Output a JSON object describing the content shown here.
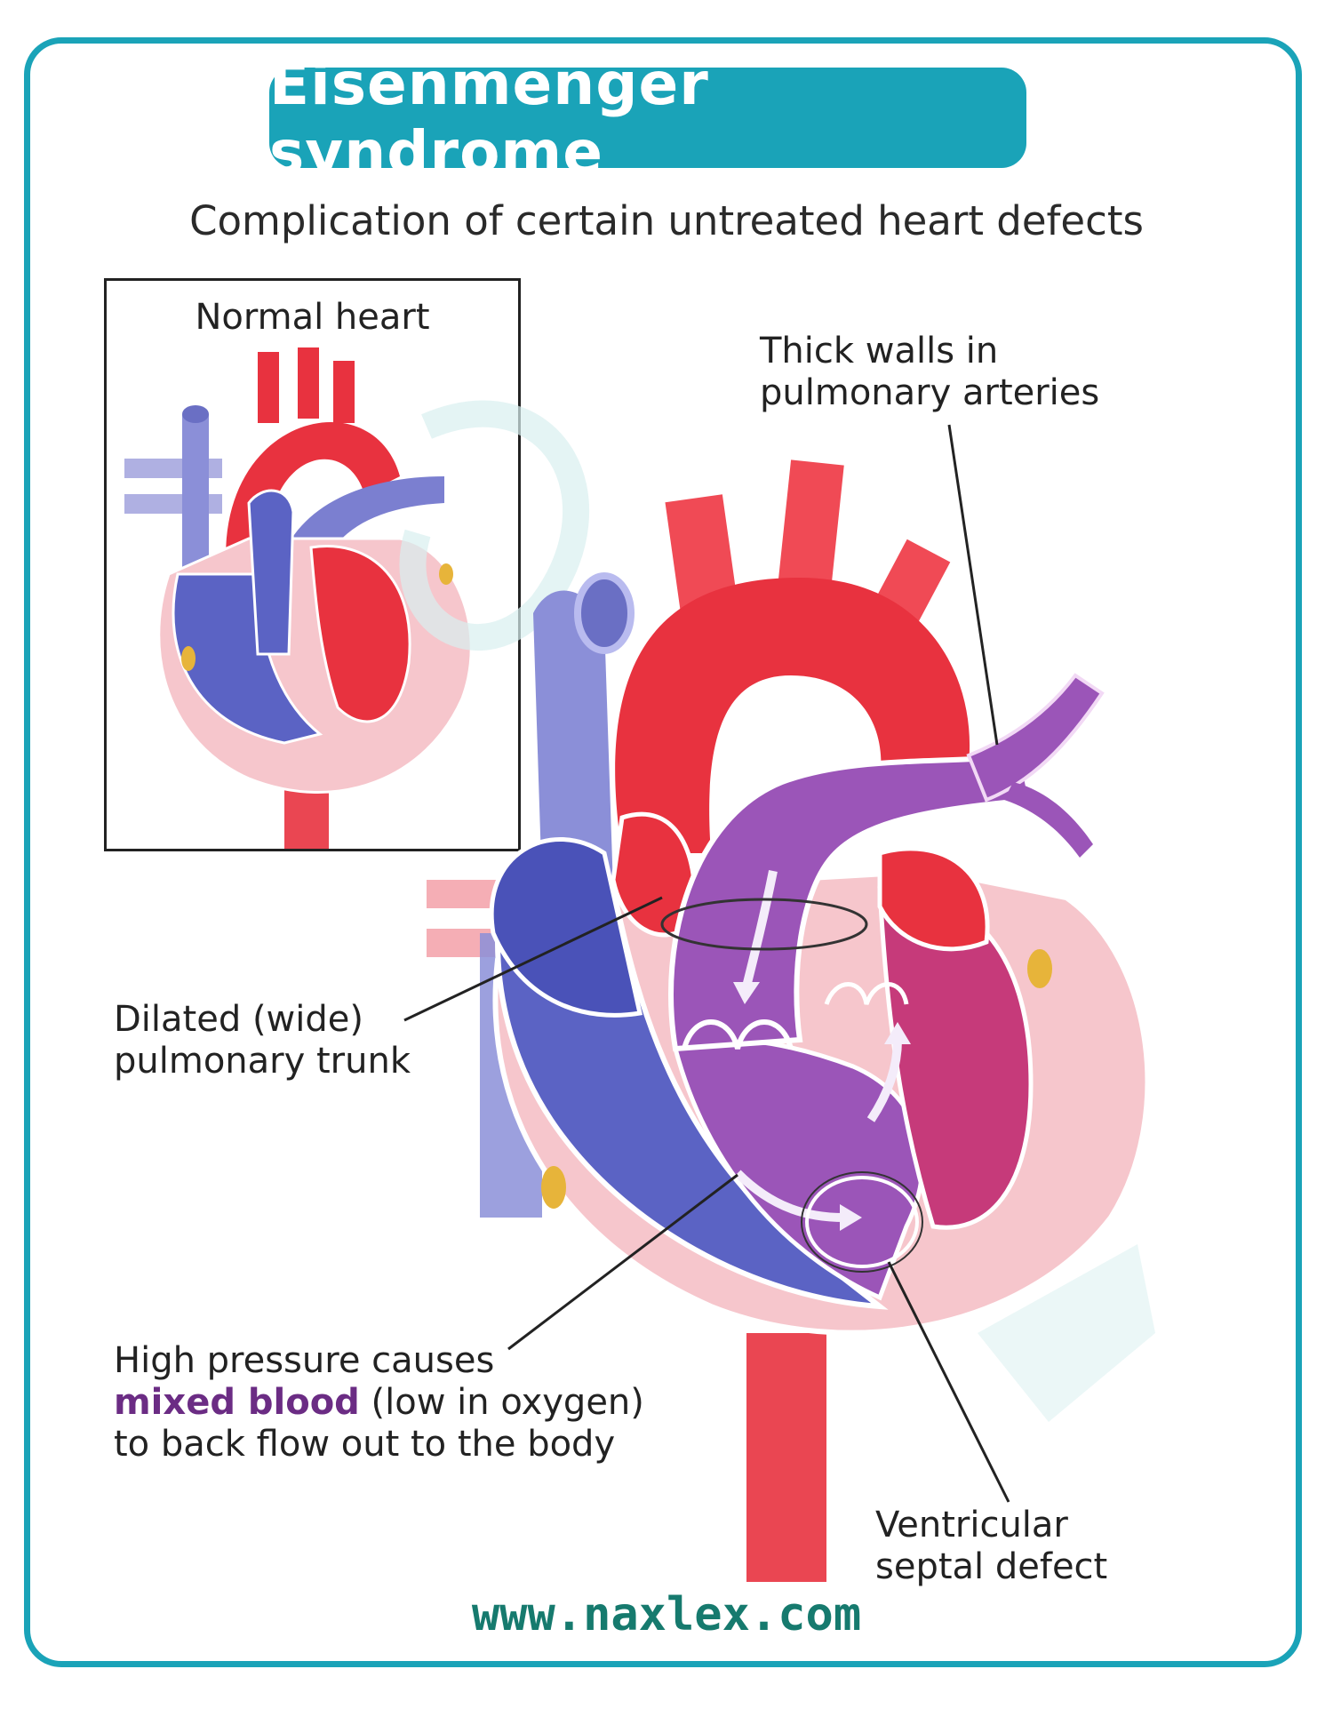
{
  "title": "Eisenmenger syndrome",
  "subtitle": "Complication of certain untreated heart defects",
  "inset": {
    "title": "Normal heart"
  },
  "labels": {
    "thick_walls": [
      "Thick walls in",
      "pulmonary arteries"
    ],
    "dilated_trunk": [
      "Dilated (wide)",
      "pulmonary trunk"
    ],
    "high_pressure": {
      "line1": "High pressure causes",
      "highlight": "mixed blood",
      "line2_rest": " (low in oxygen)",
      "line3": "to back flow out to the body"
    },
    "vsd": [
      "Ventricular",
      "septal defect"
    ]
  },
  "footer": "www.naxlex.com",
  "colors": {
    "accent": "#1aa3b8",
    "oxygenated_red": "#e8323f",
    "deoxygenated_blue": "#5b63c4",
    "mixed_purple": "#9b55b8",
    "muscle_pink": "#f6c6cc",
    "footer_green": "#167a6e"
  }
}
